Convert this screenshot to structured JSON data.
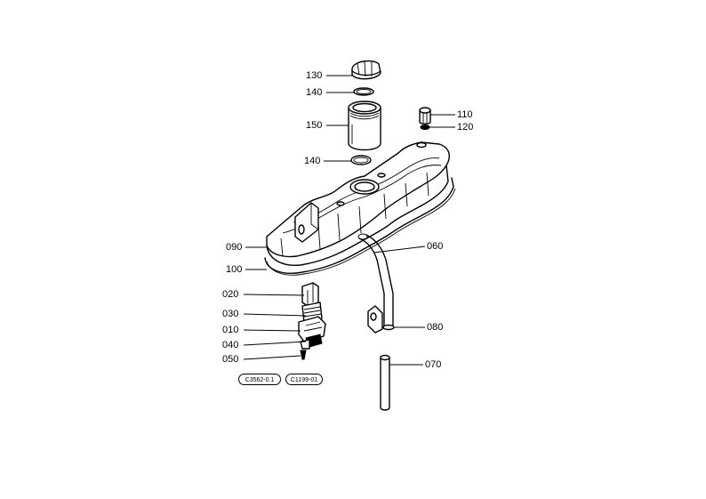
{
  "labels": {
    "p130": "130",
    "p140a": "140",
    "p150": "150",
    "p140b": "140",
    "p110": "110",
    "p120": "120",
    "p060": "060",
    "p090": "090",
    "p100": "100",
    "p020": "020",
    "p030": "030",
    "p010": "010",
    "p040": "040",
    "p050": "050",
    "p080": "080",
    "p070": "070"
  },
  "references": {
    "ref1": "C3562-0.1",
    "ref2": "C1199-01"
  }
}
